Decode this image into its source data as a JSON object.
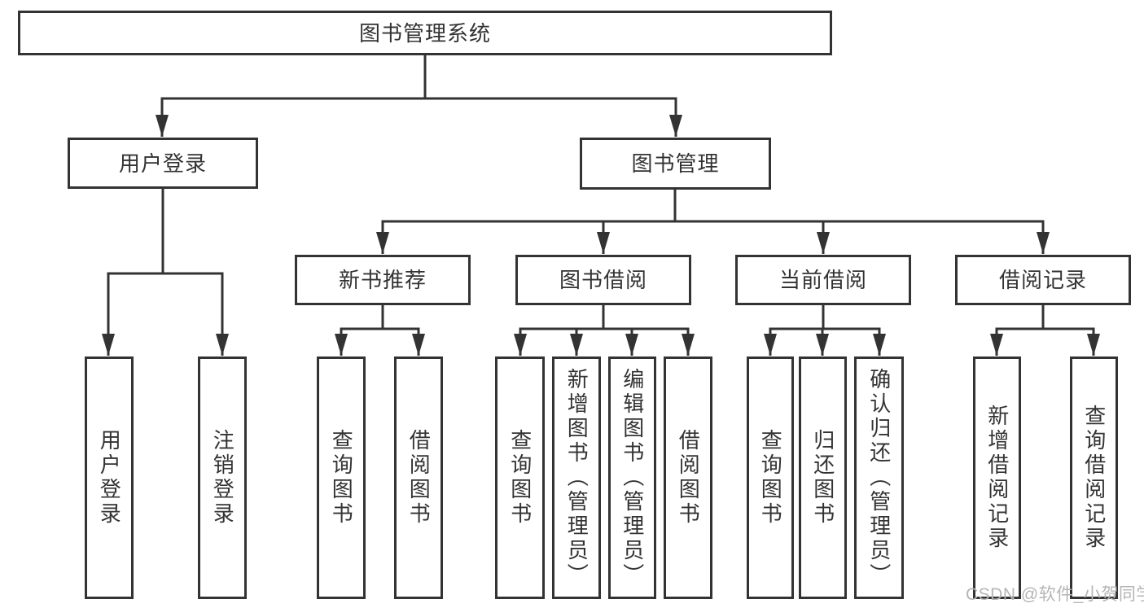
{
  "diagram_type": "tree",
  "tree": {
    "root": "图书管理系统",
    "level2": [
      {
        "label": "用户登录",
        "children": [
          "用户登录",
          "注销登录"
        ]
      },
      {
        "label": "图书管理",
        "children": [
          {
            "label": "新书推荐",
            "children": [
              "查询图书",
              "借阅图书"
            ]
          },
          {
            "label": "图书借阅",
            "children": [
              "查询图书",
              "新增图书（管理员）",
              "编辑图书（管理员）",
              "借阅图书"
            ]
          },
          {
            "label": "当前借阅",
            "children": [
              "查询图书",
              "归还图书",
              "确认归还（管理员）"
            ]
          },
          {
            "label": "借阅记录",
            "children": [
              "新增借阅记录",
              "查询借阅记录"
            ]
          }
        ]
      }
    ]
  },
  "colors": {
    "line": "#333333",
    "text": "#333333",
    "background": "#ffffff",
    "watermark": "#b5b5b5"
  },
  "watermark": "CSDN @软件_小贺同学"
}
